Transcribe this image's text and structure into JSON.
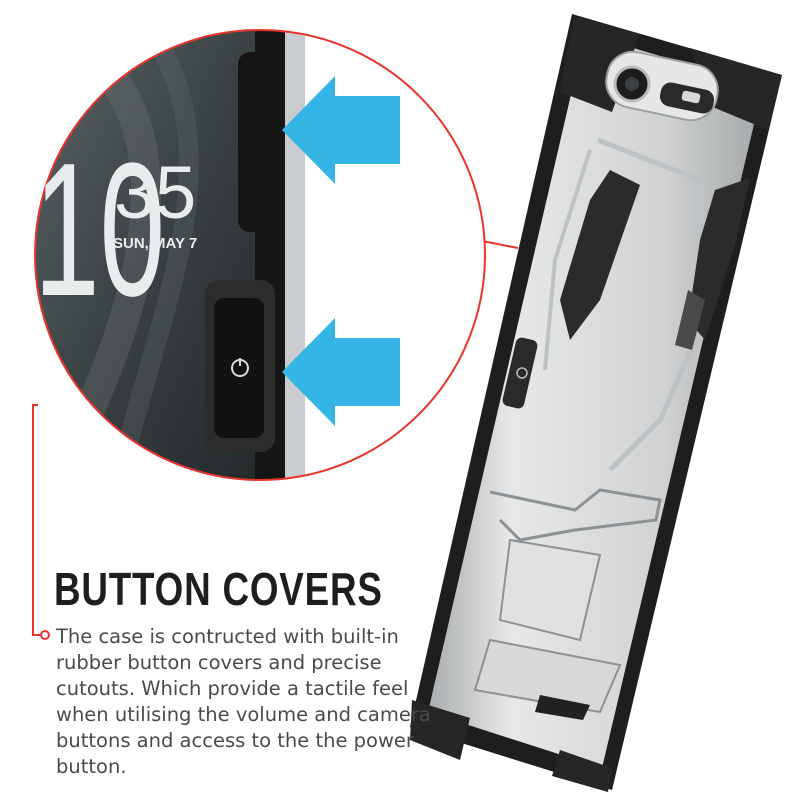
{
  "heading": "BUTTON COVERS",
  "description": "The case is contructed with built-in rubber button covers and precise cutouts. Which provide a tactile feel when utilising the volume and camera buttons and access to the the power button.",
  "lockscreen": {
    "hour": "10",
    "minute": "35",
    "date": "SUN, MAY 7"
  },
  "colors": {
    "accent_red": "#e8342b",
    "arrow_blue": "#35b4e6",
    "case_silver": "#d3d5d6",
    "case_black": "#232323"
  },
  "icons": [
    "arrow-right-icon",
    "power-icon"
  ]
}
